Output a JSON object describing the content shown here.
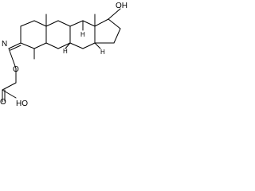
{
  "molecule": {
    "atoms": {
      "oh_group": "OH",
      "oxime_nitrogen": "N",
      "oxime_oxygen": "O",
      "carbonyl_oxygen": "O",
      "hydroxyl_oxygen": "HO"
    },
    "stereo_hydrogens": {
      "h8": "H",
      "h9": "H",
      "h14": "H"
    }
  }
}
